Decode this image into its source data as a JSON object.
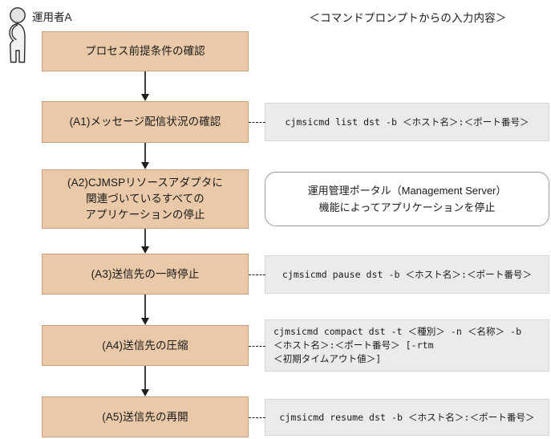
{
  "actor": {
    "icon": "person-silhouette-icon",
    "label": "運用者A"
  },
  "headers": {
    "commands_column": "＜コマンドプロンプトからの入力内容＞"
  },
  "colors": {
    "process_fill": "#e9c9a8",
    "process_border": "#caa17d",
    "command_fill": "#ebebeb",
    "command_border": "#d6d6d6",
    "note_border": "#9a9a9a",
    "arrow": "#1f1f1f"
  },
  "steps": [
    {
      "id": "start",
      "label": "プロセス前提条件の確認",
      "side": null,
      "connector": false
    },
    {
      "id": "a1",
      "label": "(A1)メッセージ配信状況の確認",
      "side": "cjmsicmd list dst -b ＜ホスト名＞:＜ポート番号＞",
      "side_type": "command",
      "side_align": "centered",
      "connector": true
    },
    {
      "id": "a2",
      "label": "(A2)CJMSPリソースアダプタに\n関連づいているすべての\nアプリケーションの停止",
      "side": "運用管理ポータル（Management Server）\n機能によってアプリケーションを停止",
      "side_type": "note",
      "side_align": "centered",
      "connector": false
    },
    {
      "id": "a3",
      "label": "(A3)送信先の一時停止",
      "side": "cjmsicmd pause dst -b ＜ホスト名＞:＜ポート番号＞",
      "side_type": "command",
      "side_align": "centered",
      "connector": true
    },
    {
      "id": "a4",
      "label": "(A4)送信先の圧縮",
      "side": "cjmsicmd compact dst -t ＜種別＞ -n ＜名称＞ -b\n＜ホスト名＞:＜ポート番号＞ [-rtm\n＜初期タイムアウト値＞]",
      "side_type": "command",
      "side_align": "left",
      "connector": true
    },
    {
      "id": "a5",
      "label": "(A5)送信先の再開",
      "side": "cjmsicmd resume dst -b ＜ホスト名＞:＜ポート番号＞",
      "side_type": "command",
      "side_align": "centered",
      "connector": true
    }
  ]
}
